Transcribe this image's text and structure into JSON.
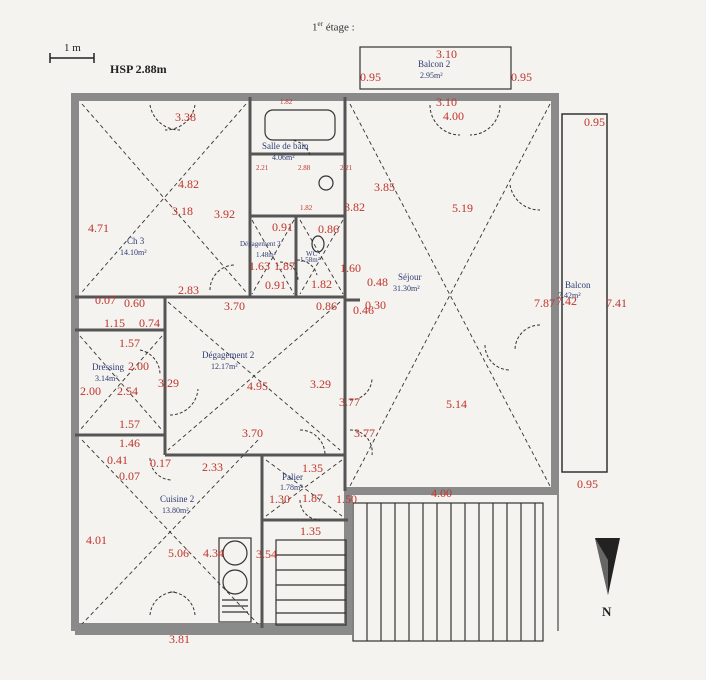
{
  "header": {
    "title_main": "1",
    "title_sup": "er",
    "title_rest": " étage :",
    "ceiling": "HSP 2.88m",
    "scale": "1 m"
  },
  "compass": {
    "label": "N"
  },
  "colors": {
    "dimension": "#c0342c",
    "room_label": "#2f3b73",
    "wall": "#8a8a8a",
    "line": "#222222"
  },
  "rooms": {
    "balcon2": {
      "name": "Balcon 2",
      "area": "2.95m²"
    },
    "sdb": {
      "name": "Salle de bain",
      "area": "4.06m²"
    },
    "ch3": {
      "name": "Ch 3",
      "area": "14.10m²"
    },
    "deg3": {
      "name": "Dégagement 3",
      "area": "1.48m²"
    },
    "wc": {
      "name": "WC",
      "area": "1.58m²"
    },
    "sejour": {
      "name": "Séjour",
      "area": "31.30m²"
    },
    "balcon": {
      "name": "Balcon",
      "area": "7.42m²"
    },
    "dressing": {
      "name": "Dressing",
      "area": "3.14m²"
    },
    "deg2": {
      "name": "Dégagement 2",
      "area": "12.17m²"
    },
    "palier": {
      "name": "Palier",
      "area": "1.78m²"
    },
    "cuisine2": {
      "name": "Cuisine 2",
      "area": "13.80m²"
    }
  },
  "dimensions": {
    "b2_top": "3.10",
    "b2_left": "0.95",
    "b2_right": "0.95",
    "b2_bottom": "3.10",
    "sej_top": "4.00",
    "bal_top": "0.95",
    "bal_bottom": "0.95",
    "bal_left": "7.87",
    "bal_area_overlap": "7.42",
    "bal_right": "7.41",
    "ch3_top": "3.38",
    "ch3_center": "4.82",
    "ch3_mid1": "3.18",
    "ch3_mid2": "3.92",
    "ch3_left": "4.71",
    "ch3_bottom": "2.83",
    "ch3_c1": "0.07",
    "ch3_c2": "0.60",
    "ch3_c3": "1.15",
    "ch3_c4": "0.74",
    "sdb_t1": "1.82",
    "sdb_t2": "2.88",
    "sdb_l": "2.21",
    "sdb_r": "2.21",
    "sdb_b": "1.82",
    "deg3_t": "0.91",
    "deg3_l": "1.63",
    "deg3_r": "1.87",
    "deg3_b": "0.91",
    "wc_t": "0.86",
    "wc_b": "1.82",
    "sej_385": "3.85",
    "sej_382": "3.82",
    "sej_519": "5.19",
    "sej_160": "1.60",
    "sej_048": "0.48",
    "sej_030": "0.30",
    "sej_046": "0.46",
    "sej_514": "5.14",
    "deg2_370t": "3.70",
    "deg2_086": "0.86",
    "deg2_329l": "3.29",
    "deg2_495": "4.95",
    "deg2_329r": "3.29",
    "deg2_377a": "3.77",
    "deg2_377b": "3.77",
    "deg2_370b": "3.70",
    "dr_157t": "1.57",
    "dr_200r": "2.00",
    "dr_200l": "2.00",
    "dr_254": "2.54",
    "dr_157b": "1.57",
    "cu_146": "1.46",
    "cu_041": "0.41",
    "cu_017": "0.17",
    "cu_007": "0.07",
    "cu_233": "2.33",
    "cu_401": "4.01",
    "cu_506": "5.06",
    "cu_434": "4.34",
    "cu_354": "3.54",
    "cu_381": "3.81",
    "pa_135t": "1.35",
    "pa_130": "1.30",
    "pa_187": "1.87",
    "pa_150": "1.50",
    "pa_135b": "1.35",
    "ter_400": "4.00"
  }
}
